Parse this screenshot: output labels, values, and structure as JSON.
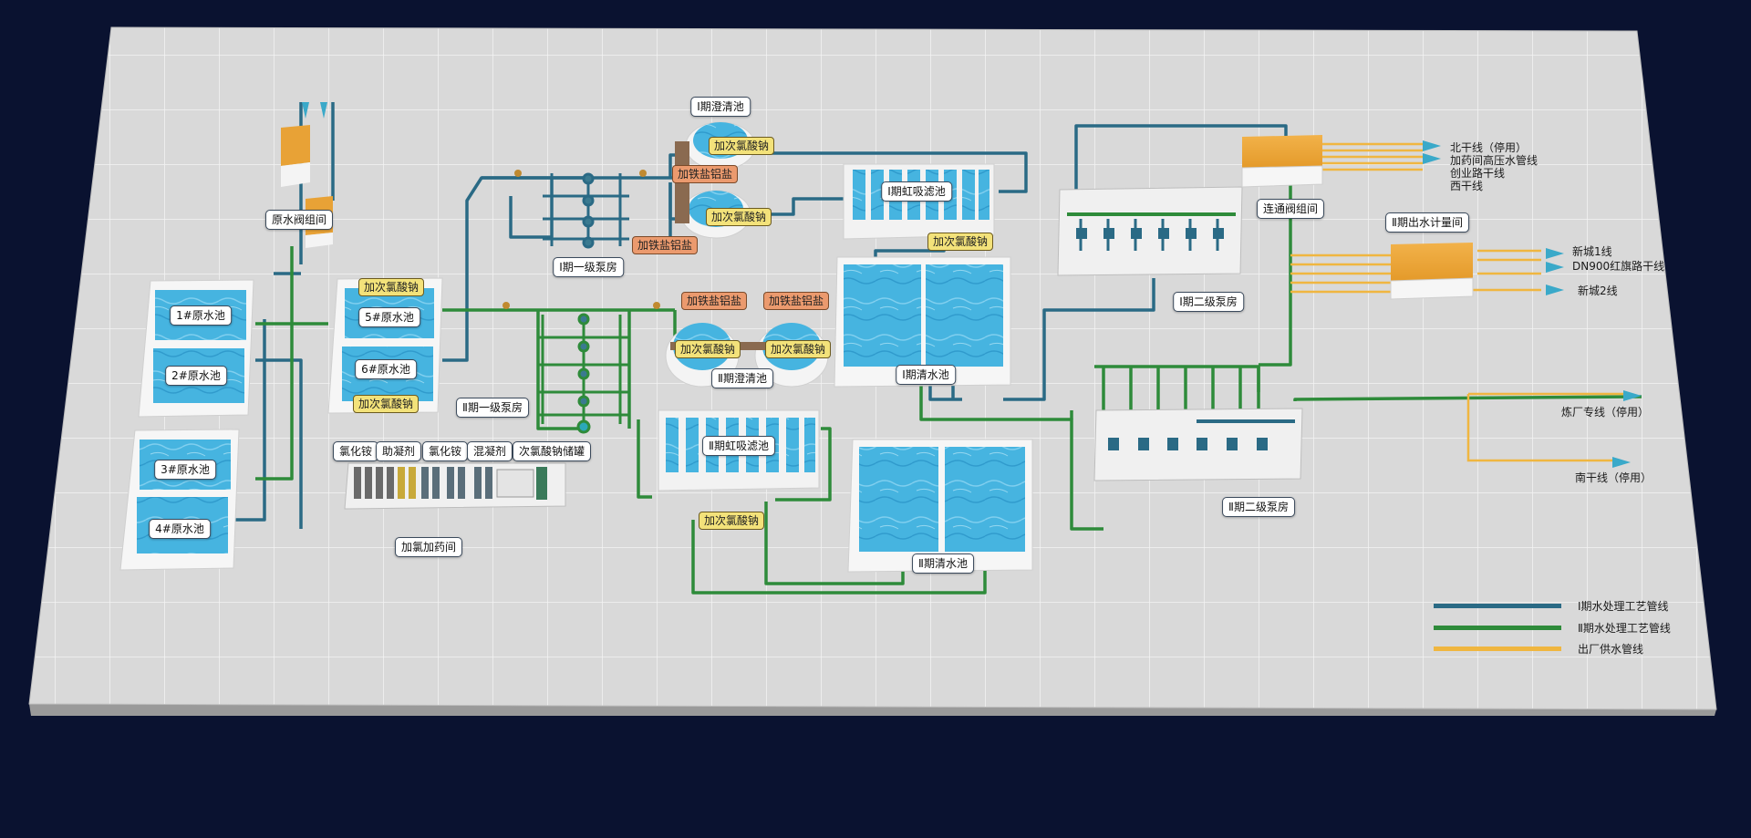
{
  "colors": {
    "background": "#0a1230",
    "platform": "#dcdcdc",
    "phase1_pipe": "#2a6a85",
    "phase2_pipe": "#2e8b3a",
    "supply_pipe": "#f0b640",
    "water": "#46b4e0",
    "chem_yellow": "#f3e27a",
    "chem_orange": "#eb9a6e"
  },
  "labels": {
    "raw_valve": "原水阀组间",
    "raw1": "1#原水池",
    "raw2": "2#原水池",
    "raw3": "3#原水池",
    "raw4": "4#原水池",
    "raw5": "5#原水池",
    "raw6": "6#原水池",
    "p1_pump1": "Ⅰ期一级泵房",
    "p2_pump1": "Ⅱ期一级泵房",
    "p1_clarifier": "Ⅰ期澄清池",
    "p2_clarifier": "Ⅱ期澄清池",
    "p1_filter": "Ⅰ期虹吸滤池",
    "p2_filter": "Ⅱ期虹吸滤池",
    "p1_clear": "Ⅰ期清水池",
    "p2_clear": "Ⅱ期清水池",
    "p1_pump2": "Ⅰ期二级泵房",
    "p2_pump2": "Ⅱ期二级泵房",
    "valve_group": "连通阀组间",
    "p2_meter": "Ⅱ期出水计量间",
    "dosing_room": "加氯加药间",
    "chem_nh4cl_1": "氯化铵",
    "chem_coagulant_aid": "助凝剂",
    "chem_nh4cl_2": "氯化铵",
    "chem_coagulant": "混凝剂",
    "chem_naclo_tank": "次氯酸钠储罐"
  },
  "chemicals": {
    "naclo": "加次氯酸钠",
    "pac": "加铁盐铝盐"
  },
  "outlets": {
    "north": "北干线（停用）",
    "dosing_hp": "加药间高压水管线",
    "chuangye": "创业路干线",
    "west": "西干线",
    "xincheng1": "新城1线",
    "dn900": "DN900红旗路干线",
    "xincheng2": "新城2线",
    "refinery": "炼厂专线（停用）",
    "south": "南干线（停用）"
  },
  "legend": [
    {
      "label": "Ⅰ期水处理工艺管线",
      "color": "#2a6a85"
    },
    {
      "label": "Ⅱ期水处理工艺管线",
      "color": "#2e8b3a"
    },
    {
      "label": "出厂供水管线",
      "color": "#f0b640"
    }
  ]
}
